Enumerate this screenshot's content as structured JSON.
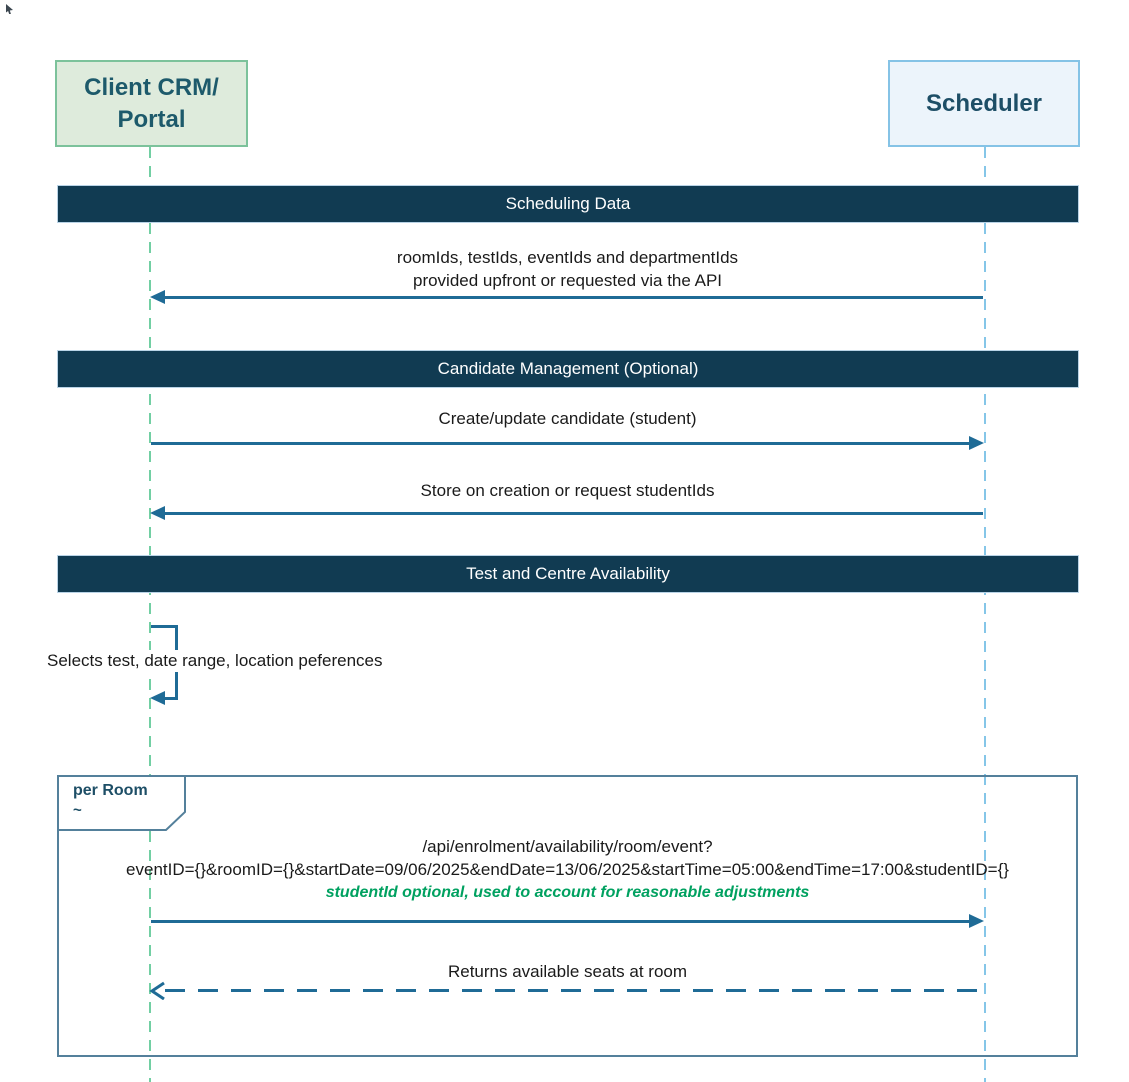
{
  "colors": {
    "section_bar_bg": "#113b52",
    "arrow": "#1f6b96",
    "client_box_bg": "#deebdc",
    "client_box_border": "#7cc29b",
    "client_lifeline": "#72cfa3",
    "scheduler_box_bg": "#ecf4fb",
    "scheduler_box_border": "#85c3e6",
    "scheduler_lifeline": "#85c6e8",
    "actor_text": "#1d5166",
    "note_green": "#00a160",
    "frame_border": "#54809b"
  },
  "actors": {
    "client": {
      "line1": "Client CRM/",
      "line2": "Portal"
    },
    "scheduler": {
      "label": "Scheduler"
    }
  },
  "sections": {
    "scheduling": "Scheduling Data",
    "candidate": "Candidate Management (Optional)",
    "availability": "Test and Centre Availability"
  },
  "messages": {
    "ids_provided": {
      "line1": "roomIds, testIds, eventIds and departmentIds",
      "line2": "provided upfront or requested via the API"
    },
    "create_candidate": "Create/update candidate (student)",
    "store_ids": "Store on creation or request studentIds",
    "select_test": "Selects test, date range, location peferences",
    "availability_request": {
      "line1": "/api/enrolment/availability/room/event?",
      "line2": "eventID={}&roomID={}&startDate=09/06/2025&endDate=13/06/2025&startTime=05:00&endTime=17:00&studentID={}",
      "note": "studentId optional, used to account for reasonable adjustments"
    },
    "availability_response": "Returns available seats at room"
  },
  "fragment": {
    "label": "per Room",
    "operator": "~"
  }
}
